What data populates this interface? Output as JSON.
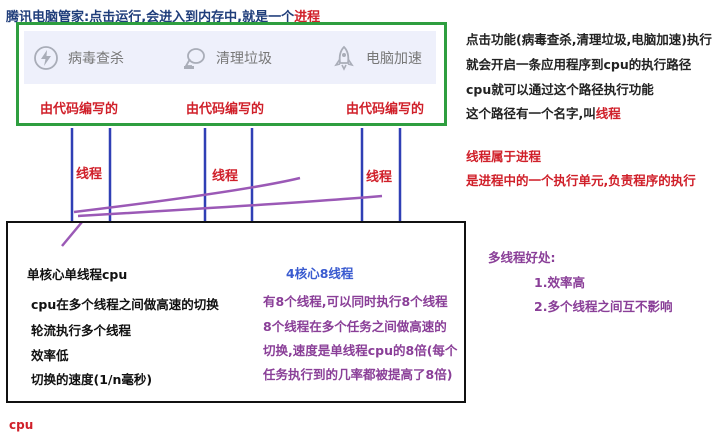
{
  "title": {
    "prefix": "腾讯电脑管家:点击运行,会进入到内存中,就是一个",
    "highlight": "进程"
  },
  "features": [
    {
      "label": "病毒查杀",
      "icon": "lightning-shield-icon"
    },
    {
      "label": "清理垃圾",
      "icon": "vacuum-cleaner-icon"
    },
    {
      "label": "电脑加速",
      "icon": "rocket-icon"
    }
  ],
  "code_labels": [
    "由代码编写的",
    "由代码编写的",
    "由代码编写的"
  ],
  "thread_labels": [
    "线程",
    "线程",
    "线程"
  ],
  "right_notes": {
    "line1": "点击功能(病毒查杀,清理垃圾,电脑加速)执行",
    "line2": "就会开启一条应用程序到cpu的执行路径",
    "line3": "cpu就可以通过这个路径执行功能",
    "line4_prefix": "这个路径有一个名字,叫",
    "line4_highlight": "线程"
  },
  "thread_belongs": {
    "line1": "线程属于进程",
    "line2": "是进程中的一个执行单元,负责程序的执行"
  },
  "single_core": {
    "title": "单核心单线程cpu",
    "items": [
      "cpu在多个线程之间做高速的切换",
      "轮流执行多个线程",
      "效率低",
      "切换的速度(1/n毫秒)"
    ]
  },
  "multi_core": {
    "title": "4核心8线程",
    "lines": [
      "有8个线程,可以同时执行8个线程",
      "8个线程在多个任务之间做高速的",
      "切换,速度是单线程cpu的8倍(每个",
      "任务执行到的几率都被提高了8倍)"
    ]
  },
  "benefits": {
    "title": "多线程好处:",
    "items": [
      "1.效率高",
      "2.多个线程之间互不影响"
    ]
  },
  "cpu_label": "cpu",
  "colors": {
    "green_box": "#2e9e3f",
    "blue_lines": "#2f3fb5",
    "purple_lines": "#9b59b6",
    "red_text": "#d0202a",
    "blue_text": "#3a5bd0",
    "purple_text": "#8a3f98"
  }
}
